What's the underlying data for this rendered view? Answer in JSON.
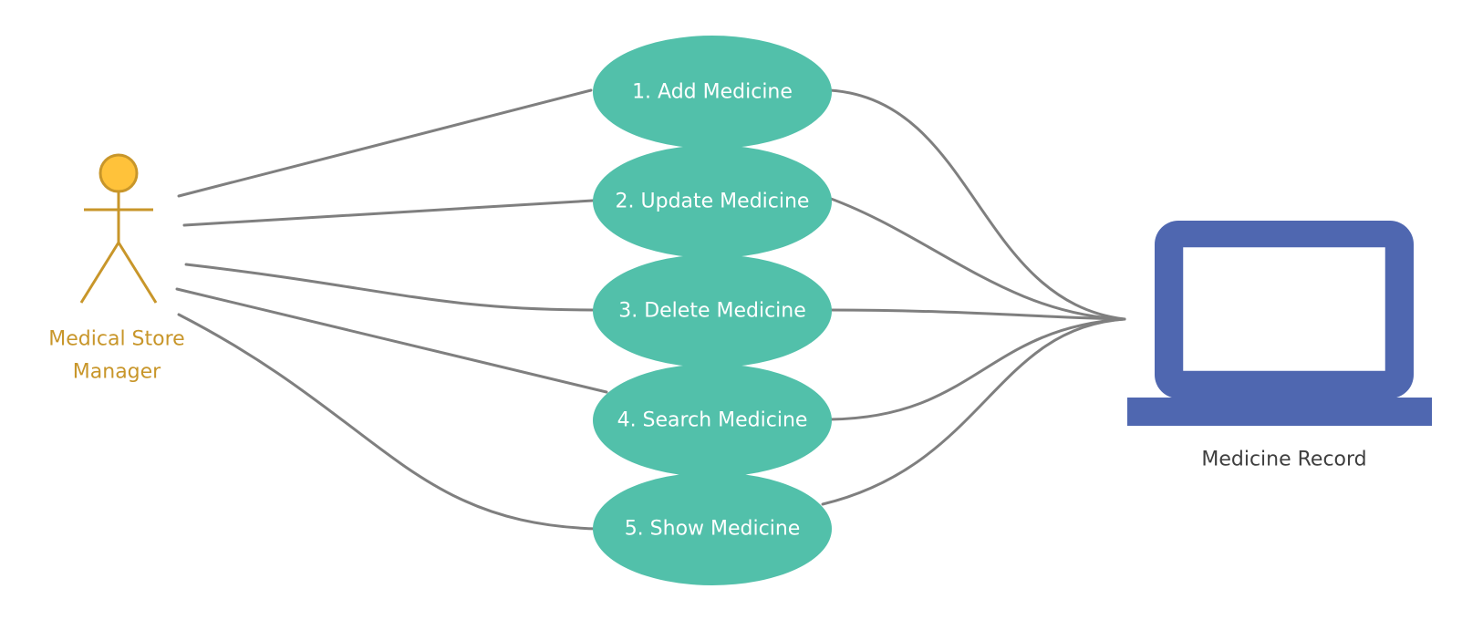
{
  "diagram": {
    "actor": {
      "label_line1": "Medical Store",
      "label_line2": "Manager",
      "color": "#c8962a",
      "head_fill": "#ffc23a",
      "icon": "stick-figure-actor-icon"
    },
    "use_cases": [
      {
        "label": "1. Add Medicine"
      },
      {
        "label": "2. Update Medicine"
      },
      {
        "label": "3.  Delete Medicine"
      },
      {
        "label": "4. Search Medicine"
      },
      {
        "label": "5.  Show Medicine"
      }
    ],
    "system": {
      "label": "Medicine Record",
      "icon": "laptop-icon",
      "color": "#4f67b0"
    },
    "colors": {
      "use_case_fill": "#52c0aa",
      "use_case_text": "#ffffff",
      "connector": "#7f7f7f",
      "system_label": "#3f3f3f"
    }
  }
}
